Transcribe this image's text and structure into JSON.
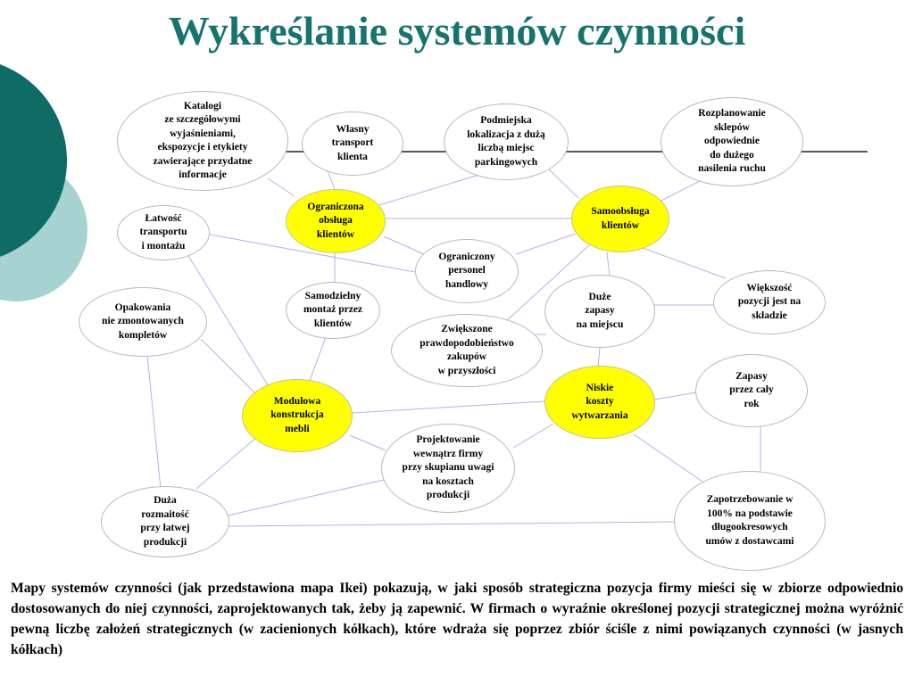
{
  "title": "Wykreślanie systemów czynności",
  "caption": "Mapy systemów czynności (jak przedstawiona mapa Ikei) pokazują, w jaki sposób strategiczna pozycja firmy mieści się w zbiorze odpowiednio dostosowanych do niej czynności, zaprojektowanych tak, żeby ją zapewnić. W firmach o wyraźnie określonej pozycji strategicznej można wyróżnić pewną liczbę założeń strategicznych (w zacienionych kółkach), które wdraża się poprzez zbiór ściśle z nimi powiązanych czynności (w jasnych kółkach)",
  "colors": {
    "accent": "#17736e",
    "highlight": "#ffff00",
    "line": "#b3b3e6"
  },
  "nodes": {
    "katalogi": "Katalogi\nze szczegółowymi\nwyjaśnieniami,\nekspozycje i etykiety\nzawierające przydatne\ninformacje",
    "wlasny_transport": "Własny\ntransport\nklienta",
    "podmiejska": "Podmiejska\nlokalizacja z dużą\nliczbą miejsc\nparkingowych",
    "rozplanowanie": "Rozplanowanie\nsklepów\nodpowiednie\ndo dużego\nnasilenia ruchu",
    "ograniczona_obsluga": "Ograniczona\nobsługa\nklientów",
    "samoobsluga": "Samoobsługa\nklientów",
    "latwosc": "Łatwość\ntransportu\ni montażu",
    "ograniczony_personel": "Ograniczony\npersonel\nhandlowy",
    "opakowania": "Opakowania\nnie zmontowanych\nkompletów",
    "samodzielny": "Samodzielny\nmontaż przez\nklientów",
    "duze_zapasy": "Duże\nzapasy\nna miejscu",
    "wiekszosc": "Większość\npozycji jest na\nskładzie",
    "zwiekszone": "Zwiększone\nprawdopodobieństwo\nzakupów\nw przyszłości",
    "niskie_koszty": "Niskie\nkoszty\nwytwarzania",
    "zapasy_rok": "Zapasy\nprzez cały\nrok",
    "modulowa": "Modułowa\nkonstrukcja\nmebli",
    "projektowanie": "Projektowanie\nwewnątrz firmy\nprzy skupianu uwagi\nna kosztach\nprodukcji",
    "duza_rozmaitosc": "Duża\nrozmaitość\nprzy łatwej\nprodukcji",
    "zapotrzebowanie": "Zapotrzebowanie w\n100% na podstawie\ndługookresowych\numów z dostawcami"
  }
}
